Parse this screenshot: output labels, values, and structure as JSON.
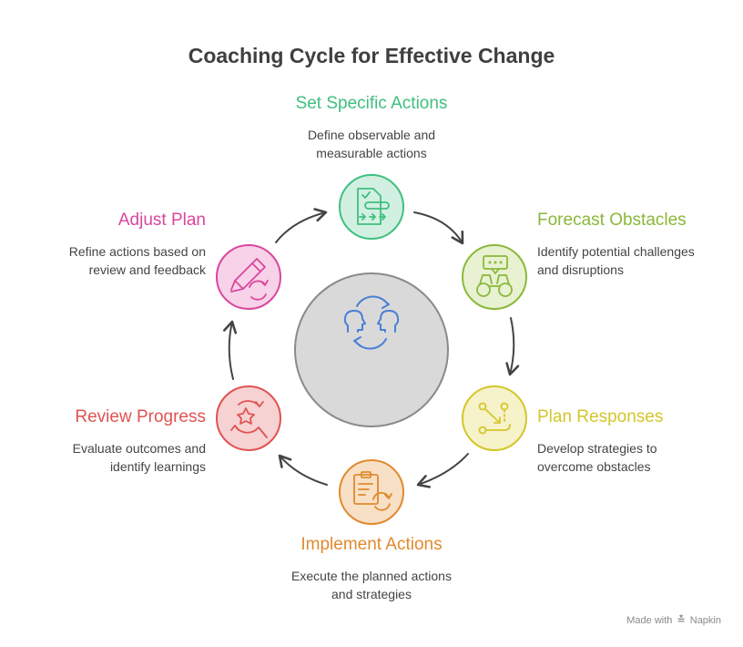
{
  "title": "Coaching Cycle for Effective Change",
  "steps": [
    {
      "heading": "Set Specific Actions",
      "desc_line1": "Define observable and",
      "desc_line2": "measurable actions",
      "color": "#3fbf7f",
      "icon": "checklist-icon"
    },
    {
      "heading": "Forecast Obstacles",
      "desc_line1": "Identify potential challenges",
      "desc_line2": "and disruptions",
      "color": "#8ab83a",
      "icon": "binoculars-icon"
    },
    {
      "heading": "Plan Responses",
      "desc_line1": "Develop strategies to",
      "desc_line2": "overcome obstacles",
      "color": "#d4c62a",
      "icon": "path-icon"
    },
    {
      "heading": "Implement Actions",
      "desc_line1": "Execute the planned actions",
      "desc_line2": "and strategies",
      "color": "#e08a2e",
      "icon": "clipboard-cycle-icon"
    },
    {
      "heading": "Review Progress",
      "desc_line1": "Evaluate outcomes and",
      "desc_line2": "identify learnings",
      "color": "#e05252",
      "icon": "star-search-icon"
    },
    {
      "heading": "Adjust Plan",
      "desc_line1": "Refine actions based on",
      "desc_line2": "review and feedback",
      "color": "#d9479e",
      "icon": "pencil-cycle-icon"
    }
  ],
  "center_icon": "heads-exchange-icon",
  "footer": {
    "made_with": "Made with",
    "brand": "Napkin"
  }
}
